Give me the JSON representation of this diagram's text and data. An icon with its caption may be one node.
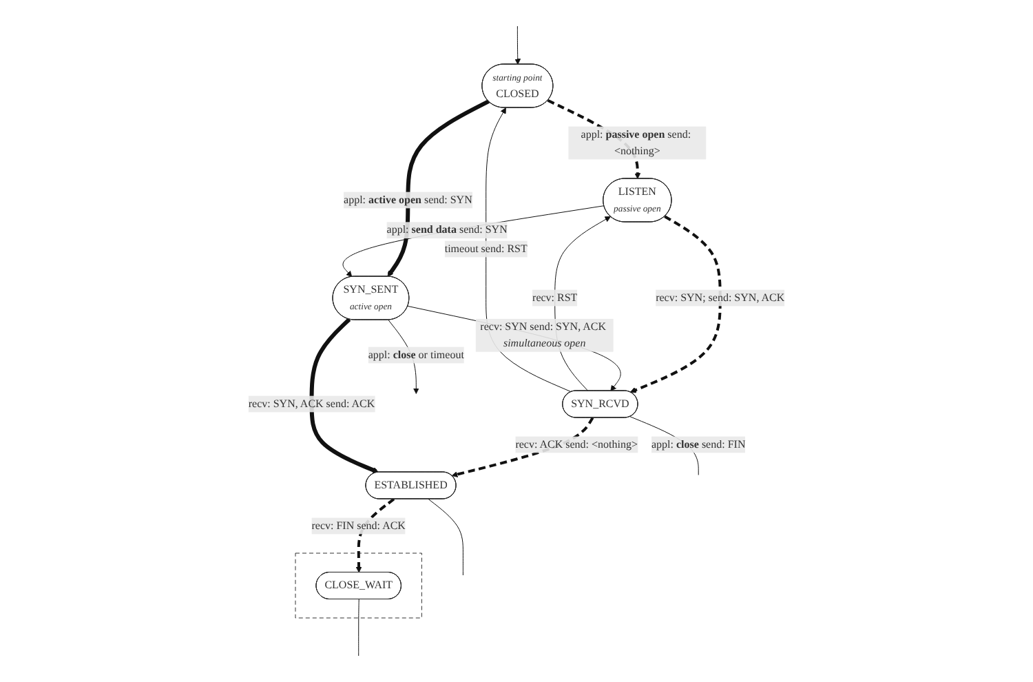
{
  "diagram": {
    "nodes": [
      {
        "text": [
          "starting point",
          "CLOSED"
        ]
      },
      {
        "text": [
          "LISTEN",
          "passive open"
        ]
      },
      {
        "text": [
          "SYN_RCVD"
        ]
      },
      {
        "text": [
          "SYN_SENT",
          "active open"
        ]
      },
      {
        "text": [
          "ESTABLISHED"
        ]
      },
      {
        "text": [],
        "shape": "box"
      },
      {
        "text": [
          "CLOSE_WAIT"
        ],
        "in": 5
      }
    ],
    "edges": [
      {
        "from": 0,
        "to": 1,
        "arrow": "to",
        "style": "dashed",
        "label": "appl: **passive open** send: <nothing>"
      },
      {
        "from": 0,
        "to": 3,
        "arrow": "to",
        "style": "thick",
        "label": "appl: **active open** send: SYN"
      },
      {
        "from": 1,
        "to": 3,
        "arrow": "to",
        "label": "appl: **send data** send: SYN"
      },
      {
        "from": 1,
        "to": 2,
        "arrow": "to",
        "style": "dashed",
        "label": "recv: SYN; send: SYN, ACK"
      },
      {
        "from": 2,
        "to": 1,
        "arrow": "to",
        "label": "recv: RST"
      },
      {
        "from": 2,
        "to": 0,
        "arrow": "to",
        "label": "timeout send: RST"
      },
      {
        "from": 3,
        "to": 2,
        "arrow": "to",
        "label": "recv: SYN send: SYN, ACK *simultaneous open*"
      },
      {
        "from": 2,
        "to": 4,
        "arrow": "to",
        "style": "dashed",
        "label": "recv: ACK send: <nothing>"
      },
      {
        "from": 3,
        "to": 4,
        "arrow": "to",
        "style": "thick",
        "label": "recv: SYN, ACK send: ACK"
      },
      {
        "from": 4,
        "to": 6,
        "arrow": "to",
        "style": "dashed",
        "label": "recv: FIN send: ACK"
      },
      {
        "from": 3,
        "to": null,
        "arrow": "to",
        "label": "appl: **close** or timeout"
      },
      {
        "from": null,
        "to": 0,
        "arrow": "to"
      },
      {
        "from": 2,
        "to": null,
        "arrow": "none",
        "label": "appl: **close** send: FIN"
      },
      {
        "from": 4,
        "to": null,
        "arrow": "none"
      },
      {
        "from": 6,
        "to": null,
        "arrow": "none"
      }
    ]
  }
}
